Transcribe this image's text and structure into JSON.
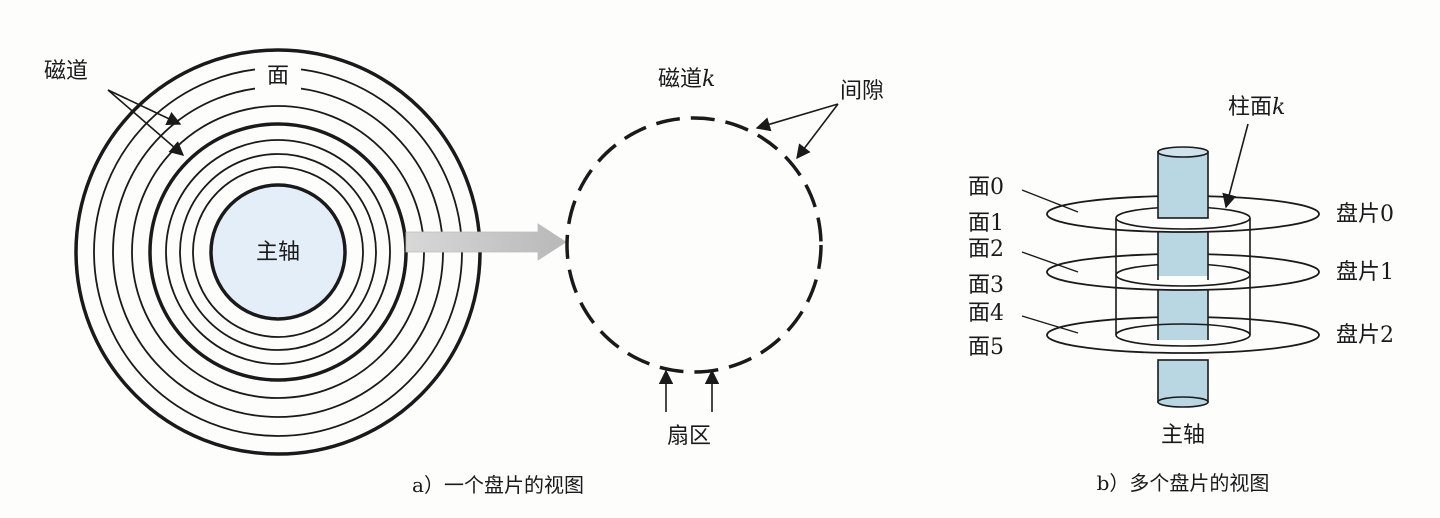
{
  "panel_a": {
    "labels": {
      "track": "磁道",
      "surface": "面",
      "spindle": "主轴",
      "track_k_main": "磁道",
      "track_k_var": "k",
      "gaps": "间隙",
      "sectors": "扇区"
    },
    "caption": "a）一个盘片的视图"
  },
  "panel_b": {
    "labels": {
      "cylinder_main": "柱面",
      "cylinder_var": "k",
      "spindle": "主轴",
      "surfaces": [
        "面0",
        "面1",
        "面2",
        "面3",
        "面4",
        "面5"
      ],
      "platters": [
        "盘片0",
        "盘片1",
        "盘片2"
      ]
    },
    "caption": "b）多个盘片的视图"
  },
  "colors": {
    "spindle_fill": "#e4eef8",
    "spindle_cylinder": "#b9d6e3",
    "arrow_fill": "#cfcfcf",
    "ink": "#1a1a1a"
  }
}
